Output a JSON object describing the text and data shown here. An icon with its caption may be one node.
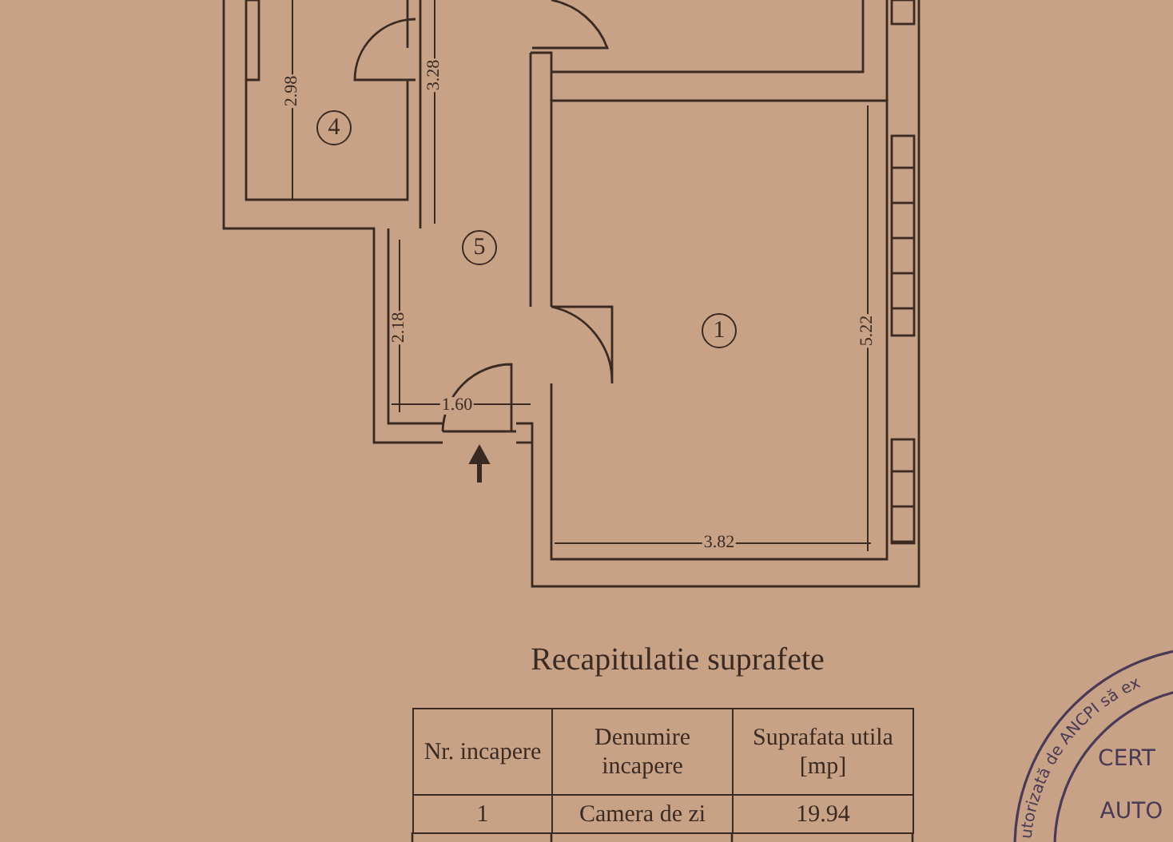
{
  "diagram": {
    "labels": [
      "2.98",
      "3.28",
      "4",
      "5",
      "2.18",
      "1",
      "5.22",
      "1.60",
      "3.82",
      "Recapitulatie suprafete",
      "Nr. incapere",
      "Denumire incapere",
      "Suprafata utila [mp]",
      "1",
      "Camera de zi",
      "19.94",
      "utorizată de ANCPI să ex",
      "CERT",
      "AUTO"
    ]
  }
}
